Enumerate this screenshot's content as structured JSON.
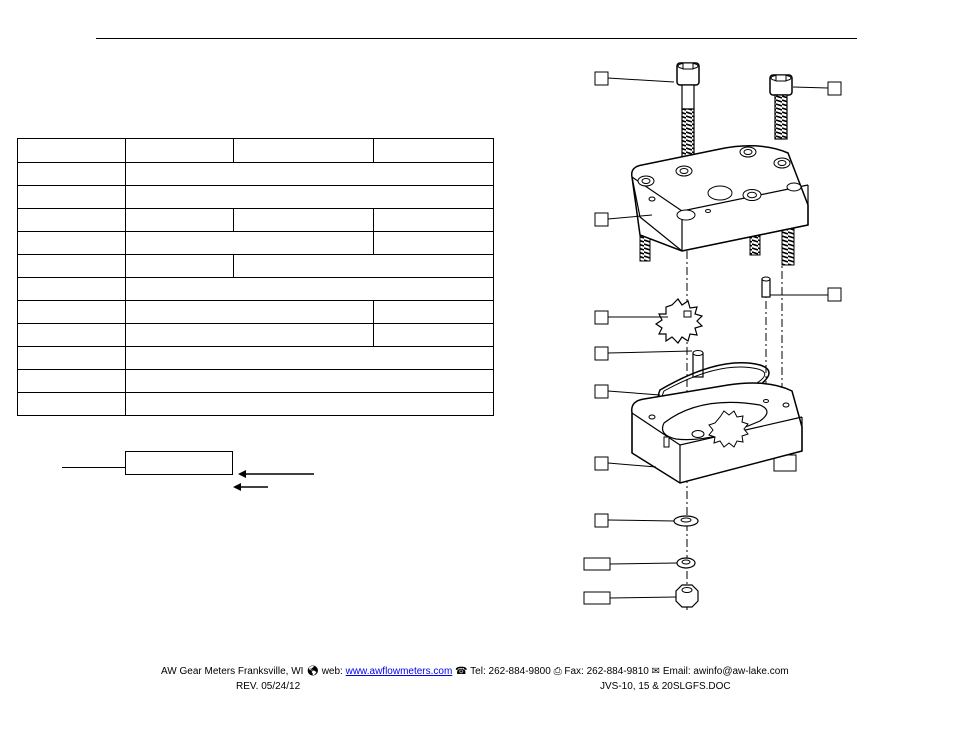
{
  "footer": {
    "company": "AW Gear Meters Franksville, WI",
    "web_label": "web:",
    "web_url": "www.awflowmeters.com",
    "tel_label": "Tel:",
    "tel": "262-884-9800",
    "fax_label": "Fax:",
    "fax": "262-884-9810",
    "email_label": "Email:",
    "email": "awinfo@aw-lake.com",
    "revision": "REV. 05/24/12",
    "document": "JVS-10, 15 & 20SLGFS.DOC"
  },
  "icons": {
    "globe": "globe-icon",
    "phone": "phone-icon",
    "fax": "fax-icon",
    "email": "email-icon"
  }
}
